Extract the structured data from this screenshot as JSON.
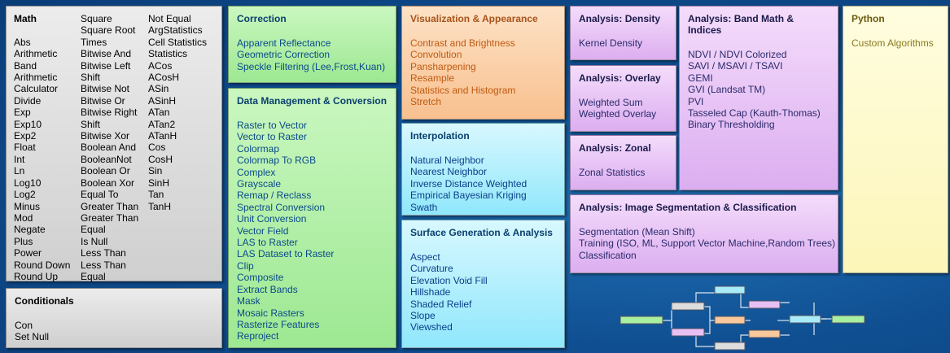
{
  "math": {
    "heading": "Math",
    "col1": [
      "",
      "Abs",
      "Arithmetic",
      "Band",
      "Arithmetic",
      "Calculator",
      "Divide",
      "Exp",
      "Exp10",
      "Exp2",
      "Float",
      "Int",
      "Ln",
      "Log10",
      "Log2",
      "Minus",
      "Mod",
      "Negate",
      "Plus",
      "Power",
      "Round Down",
      "Round Up"
    ],
    "col2": [
      "Square",
      "Square Root",
      "Times",
      "Bitwise And",
      "Bitwise Left",
      "Shift",
      "Bitwise Not",
      "Bitwise Or",
      "Bitwise Right",
      "Shift",
      "Bitwise Xor",
      "Boolean And",
      "BooleanNot",
      "Boolean Or",
      "Boolean Xor",
      "Equal To",
      "Greater Than",
      "Greater Than",
      "Equal",
      "Is Null",
      "Less Than",
      "Less Than",
      "Equal"
    ],
    "col3": [
      "Not Equal",
      "ArgStatistics",
      "Cell Statistics",
      "Statistics",
      "ACos",
      "ACosH",
      "ASin",
      "ASinH",
      "ATan",
      "ATan2",
      "ATanH",
      "Cos",
      "CosH",
      "Sin",
      "SinH",
      "Tan",
      "TanH"
    ]
  },
  "conditionals": {
    "heading": "Conditionals",
    "items": [
      "Con",
      "Set Null"
    ]
  },
  "correction": {
    "heading": "Correction",
    "items": [
      "Apparent Reflectance",
      "Geometric Correction",
      "Speckle Filtering (Lee,Frost,Kuan)"
    ]
  },
  "data_management": {
    "heading": "Data Management & Conversion",
    "items": [
      "Raster to Vector",
      "Vector to Raster",
      "Colormap",
      "Colormap To RGB",
      "Complex",
      "Grayscale",
      "Remap / Reclass",
      "Spectral Conversion",
      "Unit Conversion",
      "Vector Field",
      "LAS to Raster",
      "LAS Dataset to Raster",
      "Clip",
      "Composite",
      "Extract Bands",
      "Mask",
      "Mosaic Rasters",
      "Rasterize Features",
      "Reproject"
    ]
  },
  "visualization": {
    "heading": "Visualization & Appearance",
    "items": [
      "Contrast and Brightness",
      "Convolution",
      "Pansharpening",
      "Resample",
      "Statistics and Histogram",
      "Stretch"
    ]
  },
  "interpolation": {
    "heading": "Interpolation",
    "items": [
      "Natural Neighbor",
      "Nearest Neighbor",
      "Inverse Distance Weighted",
      "Empirical Bayesian Kriging",
      "Swath"
    ]
  },
  "surface": {
    "heading": "Surface Generation & Analysis",
    "items": [
      "Aspect",
      "Curvature",
      "Elevation Void Fill",
      "Hillshade",
      "Shaded Relief",
      "Slope",
      "Viewshed"
    ]
  },
  "density": {
    "heading": "Analysis: Density",
    "items": [
      "Kernel Density"
    ]
  },
  "overlay": {
    "heading": "Analysis: Overlay",
    "items": [
      "Weighted Sum",
      "Weighted Overlay"
    ]
  },
  "zonal": {
    "heading": "Analysis: Zonal",
    "items": [
      "Zonal Statistics"
    ]
  },
  "band_math": {
    "heading": "Analysis: Band Math & Indices",
    "items": [
      "NDVI / NDVI Colorized",
      "SAVI / MSAVI / TSAVI",
      "GEMI",
      "GVI (Landsat TM)",
      "PVI",
      "Tasseled Cap (Kauth-Thomas)",
      "Binary Thresholding"
    ]
  },
  "segmentation": {
    "heading": "Analysis: Image Segmentation & Classification",
    "items": [
      "Segmentation (Mean Shift)",
      "Training (ISO, ML, Support Vector Machine,Random Trees)",
      "Classification"
    ]
  },
  "python": {
    "heading": "Python",
    "items": [
      "Custom Algorithms"
    ]
  }
}
